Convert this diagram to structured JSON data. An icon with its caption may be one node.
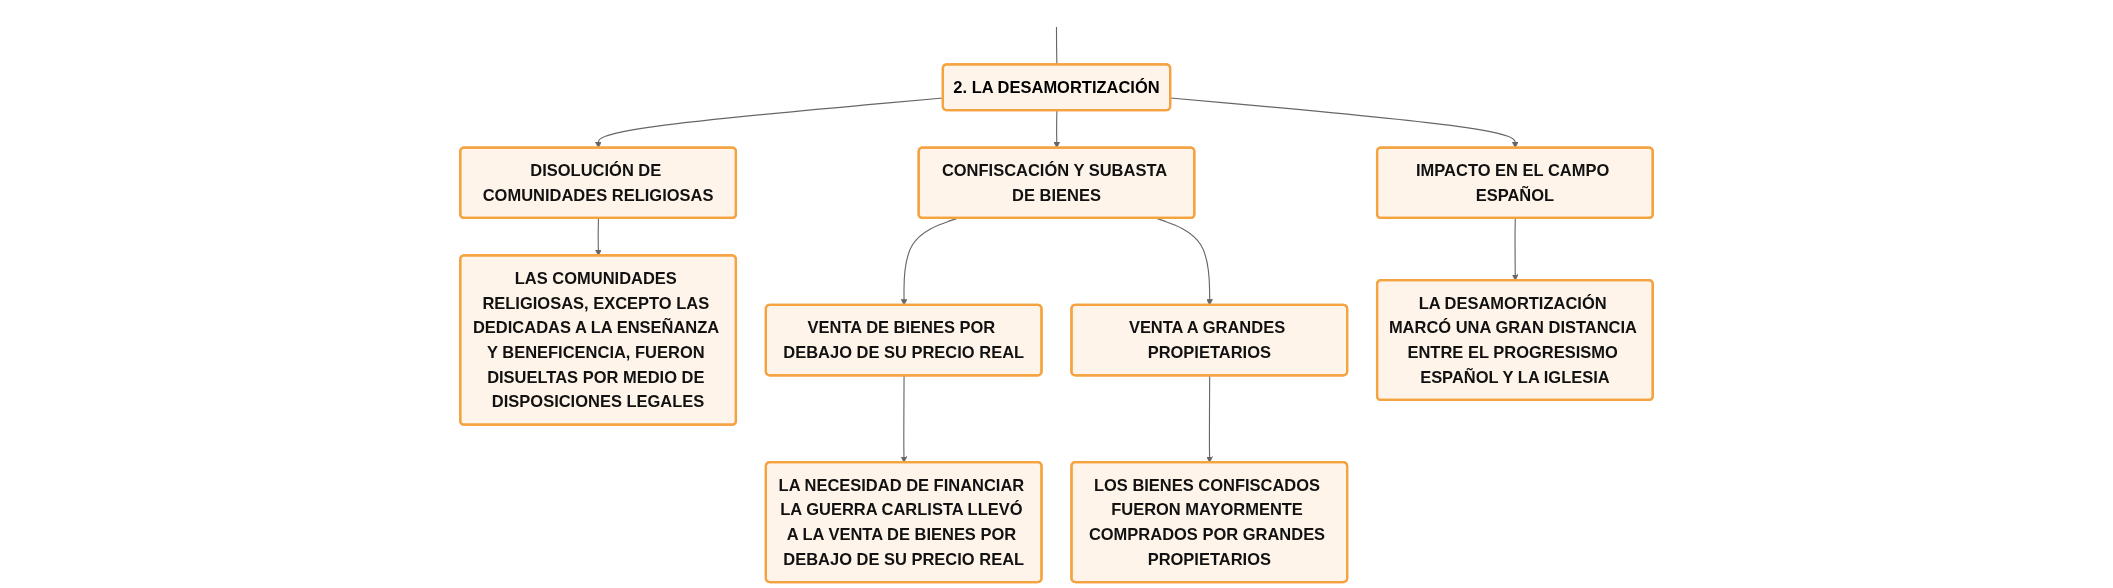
{
  "diagram": {
    "nodes": [
      {
        "text": [
          "2. LA DESAMORTIZACIÓN"
        ]
      },
      {
        "text": [
          "DISOLUCIÓN DE COMUNIDADES RELIGIOSAS"
        ]
      },
      {
        "text": [
          "CONFISCACIÓN Y SUBASTA DE BIENES"
        ]
      },
      {
        "text": [
          "IMPACTO EN EL CAMPO ESPAÑOL"
        ]
      },
      {
        "text": [
          "LAS COMUNIDADES RELIGIOSAS, EXCEPTO LAS DEDICADAS A LA ENSEÑANZA Y BENEFICENCIA, FUERON DISUELTAS POR MEDIO DE DISPOSICIONES LEGALES"
        ]
      },
      {
        "text": [
          "VENTA DE BIENES POR DEBAJO DE SU PRECIO REAL"
        ]
      },
      {
        "text": [
          "VENTA A GRANDES PROPIETARIOS"
        ]
      },
      {
        "text": [
          "LA NECESIDAD DE FINANCIAR LA GUERRA CARLISTA LLEVÓ A LA VENTA DE BIENES POR DEBAJO DE SU PRECIO REAL"
        ]
      },
      {
        "text": [
          "LOS BIENES CONFISCADOS FUERON MAYORMENTE COMPRADOS POR GRANDES PROPIETARIOS"
        ]
      },
      {
        "text": [
          "LA DESAMORTIZACIÓN MARCÓ UNA GRAN DISTANCIA ENTRE EL PROGRESISMO ESPAÑOL Y LA IGLESIA"
        ]
      }
    ],
    "edges": [
      {
        "from": null,
        "to": 0,
        "arrow": "none"
      },
      {
        "from": 0,
        "to": 1,
        "arrow": "to"
      },
      {
        "from": 0,
        "to": 2,
        "arrow": "to"
      },
      {
        "from": 0,
        "to": 3,
        "arrow": "to"
      },
      {
        "from": 1,
        "to": 4,
        "arrow": "to"
      },
      {
        "from": 2,
        "to": 5,
        "arrow": "to"
      },
      {
        "from": 2,
        "to": 6,
        "arrow": "to"
      },
      {
        "from": 5,
        "to": 7,
        "arrow": "to"
      },
      {
        "from": 6,
        "to": 8,
        "arrow": "to"
      },
      {
        "from": 3,
        "to": 9,
        "arrow": "to"
      }
    ]
  }
}
